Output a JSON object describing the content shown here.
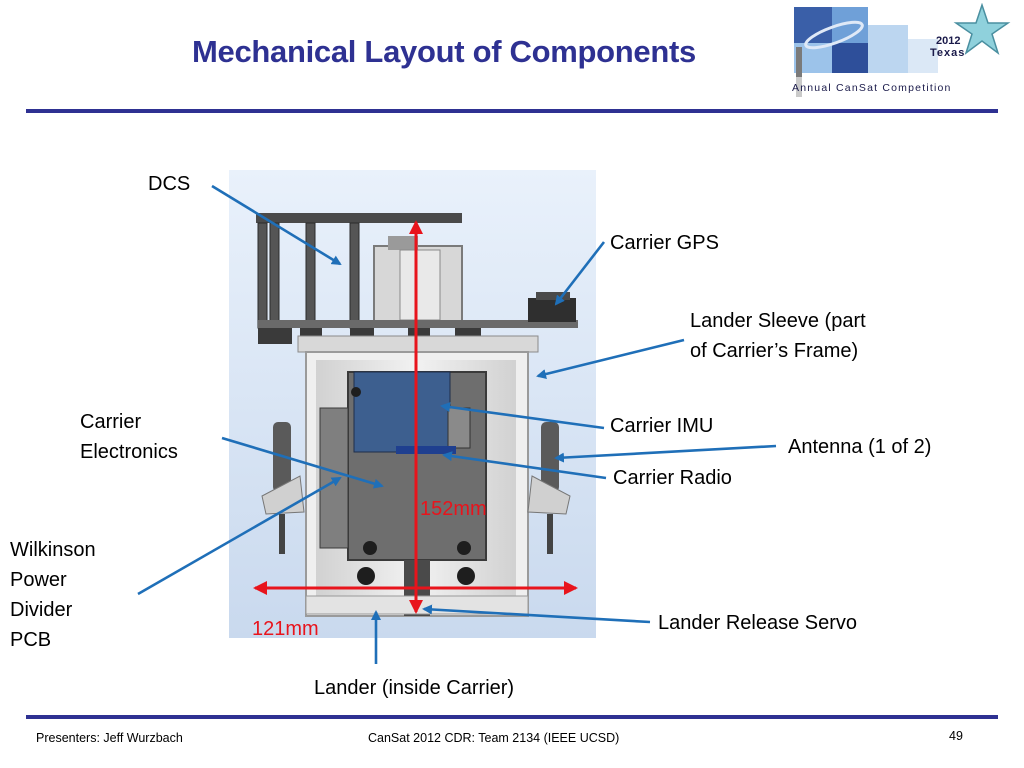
{
  "slide": {
    "title": "Mechanical Layout of Components",
    "page_number": "49"
  },
  "logo": {
    "year": "2012",
    "state": "Texas",
    "competition": "Annual CanSat Competition"
  },
  "labels": {
    "dcs": "DCS",
    "carrier_gps": "Carrier GPS",
    "lander_sleeve_l1": "Lander Sleeve (part",
    "lander_sleeve_l2": "of Carrier’s Frame)",
    "carrier_imu": "Carrier IMU",
    "antenna": "Antenna (1 of 2)",
    "carrier_radio": "Carrier Radio",
    "carrier_electronics_l1": "Carrier",
    "carrier_electronics_l2": "Electronics",
    "wilkinson_l1": "Wilkinson",
    "wilkinson_l2": "Power",
    "wilkinson_l3": "Divider",
    "wilkinson_l4": "PCB",
    "lander_release_servo": "Lander Release Servo",
    "lander_inside_carrier": "Lander (inside Carrier)"
  },
  "dimensions": {
    "height": "152mm",
    "width": "121mm"
  },
  "footer": {
    "presenter": "Presenters: Jeff Wurzbach",
    "center": "CanSat 2012 CDR:  Team 2134 (IEEE UCSD)"
  },
  "colors": {
    "title": "#2e3192",
    "rule": "#2e3192",
    "leader_arrow": "#1f6fb8",
    "dimension": "#e8141c"
  }
}
